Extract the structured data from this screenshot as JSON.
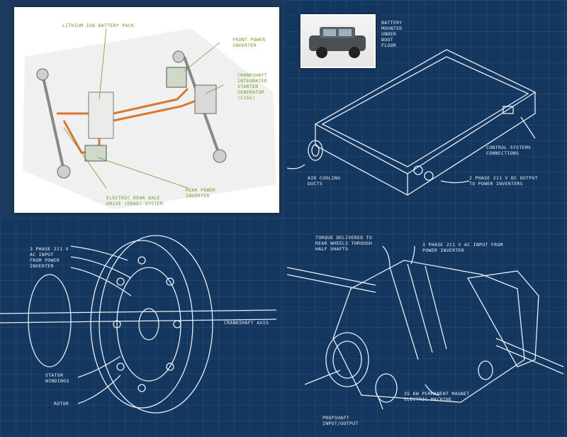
{
  "chassis_panel": {
    "labels": {
      "battery_pack": "Lithium ion battery pack",
      "front_inverter": "Front power\ninverter",
      "crankshaft": "Crankshaft\nintegrated\nstarter\ngenerator\n(CISG)",
      "rear_inverter": "Rear power\ninverter",
      "rear_axle": "Electric rear axle\ndrive (ERAD) system"
    }
  },
  "battery_panel": {
    "labels": {
      "battery_mounted": "Battery\nmounted\nunder\nboot\nfloor",
      "control_connections": "Control systems\nconnections",
      "air_cooling": "Air cooling\nducts",
      "dc_output": "2 phase 211 v DC output\nto power inverters"
    }
  },
  "motor_panel": {
    "labels": {
      "ac_input": "3 phase 211 v\nAC input\nfrom power\ninverter",
      "crankshaft_axis": "Crankshaft axis",
      "stator": "Stator\nwindings",
      "rotor": "Rotor"
    }
  },
  "axle_panel": {
    "labels": {
      "torque": "Torque delivered to\nrear wheels through\nhalf shafts",
      "ac_input": "3 phase 211 v AC input from\npower inverter",
      "magnet_machine": "35 kw permanent magnet\nelectric machine",
      "propshaft": "Propshaft\ninput/output"
    }
  },
  "colors": {
    "blueprint_bg": "#143760",
    "line": "#e8eef6",
    "annotation_green": "#6c9a2a",
    "cable_orange": "#d8772e"
  }
}
